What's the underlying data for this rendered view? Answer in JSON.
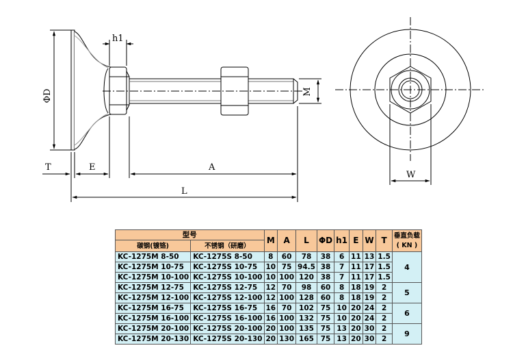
{
  "drawing": {
    "dimensions": {
      "h1": "h1",
      "D": "ΦD",
      "M": "M",
      "T": "T",
      "E": "E",
      "A": "A",
      "L": "L",
      "W": "W"
    }
  },
  "table": {
    "header": {
      "model": "型号",
      "carbon_steel": "碳钢(镀铬)",
      "stainless": "不锈钢（研磨）",
      "cols": [
        "M",
        "A",
        "L",
        "ΦD",
        "h1",
        "E",
        "W",
        "T"
      ],
      "load_title": "垂直负载",
      "load_unit": "( KN )"
    },
    "rows": [
      {
        "carbon": "KC-1275M 8-50",
        "stainless": "KC-1275S 8-50",
        "M": "8",
        "A": "60",
        "L": "78",
        "D": "38",
        "h1": "6",
        "E": "11",
        "W": "13",
        "T": "1.5"
      },
      {
        "carbon": "KC-1275M 10-75",
        "stainless": "KC-1275S 10-75",
        "M": "10",
        "A": "75",
        "L": "94.5",
        "D": "38",
        "h1": "7",
        "E": "11",
        "W": "17",
        "T": "1.5"
      },
      {
        "carbon": "KC-1275M 10-100",
        "stainless": "KC-1275S 10-100",
        "M": "10",
        "A": "100",
        "L": "120",
        "D": "38",
        "h1": "7",
        "E": "11",
        "W": "17",
        "T": "1.5"
      },
      {
        "carbon": "KC-1275M 12-75",
        "stainless": "KC-1275S 12-75",
        "M": "12",
        "A": "70",
        "L": "98",
        "D": "60",
        "h1": "8",
        "E": "18",
        "W": "19",
        "T": "2"
      },
      {
        "carbon": "KC-1275M 12-100",
        "stainless": "KC-1275S 12-100",
        "M": "12",
        "A": "100",
        "L": "128",
        "D": "60",
        "h1": "8",
        "E": "18",
        "W": "19",
        "T": "2"
      },
      {
        "carbon": "KC-1275M 16-75",
        "stainless": "KC-1275S 16-75",
        "M": "16",
        "A": "70",
        "L": "102",
        "D": "75",
        "h1": "10",
        "E": "20",
        "W": "24",
        "T": "2"
      },
      {
        "carbon": "KC-1275M 16-100",
        "stainless": "KC-1275S 16-100",
        "M": "16",
        "A": "100",
        "L": "132",
        "D": "75",
        "h1": "10",
        "E": "20",
        "W": "24",
        "T": "2"
      },
      {
        "carbon": "KC-1275M 20-100",
        "stainless": "KC-1275S 20-100",
        "M": "20",
        "A": "100",
        "L": "135",
        "D": "75",
        "h1": "13",
        "E": "20",
        "W": "30",
        "T": "2"
      },
      {
        "carbon": "KC-1275M 20-130",
        "stainless": "KC-1275S 20-130",
        "M": "20",
        "A": "130",
        "L": "165",
        "D": "75",
        "h1": "13",
        "E": "20",
        "W": "30",
        "T": "2"
      }
    ],
    "loads": [
      "4",
      "5",
      "6",
      "9"
    ]
  }
}
